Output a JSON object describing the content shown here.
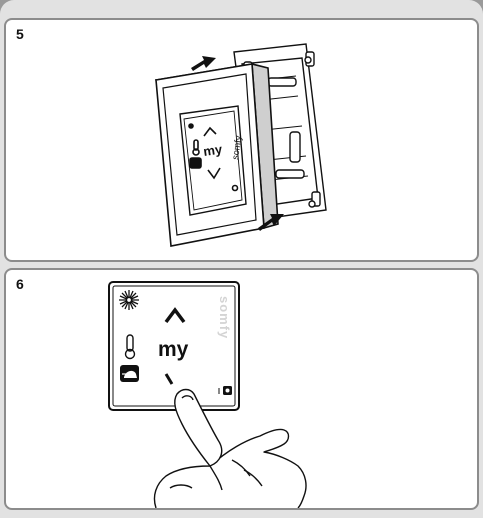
{
  "steps": [
    {
      "number": "5"
    },
    {
      "number": "6"
    }
  ],
  "device": {
    "brand": "somfy",
    "up_symbol": "∧",
    "down_symbol": "∨",
    "my_label": "my",
    "led": "☀"
  },
  "icons": [
    "arrow-right-icon",
    "thermometer-icon",
    "sun-icon",
    "led-icon",
    "hand-icon",
    "bracket-icon"
  ],
  "colors": {
    "panel_border": "#8c8c8c",
    "background": "#e2e2e2",
    "line": "#111111"
  }
}
